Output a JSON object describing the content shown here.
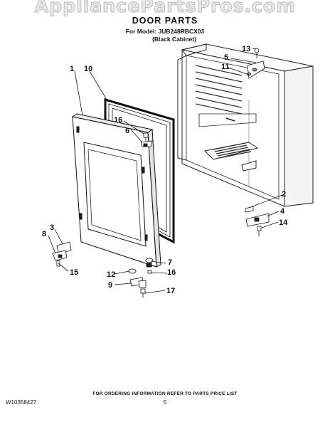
{
  "watermark": "AppliancePartsPros.com",
  "header": {
    "title": "DOOR PARTS",
    "model_line": "For Model: JUB248RBCX03",
    "variant_line": "(Black Cabinet)"
  },
  "callouts": [
    "1",
    "10",
    "16",
    "6",
    "13",
    "5",
    "11",
    "2",
    "4",
    "14",
    "3",
    "8",
    "15",
    "7",
    "16",
    "12",
    "9",
    "17"
  ],
  "footer": {
    "ordering_note": "FOR ORDERING INFORMATION REFER TO PARTS PRICE LIST",
    "doc_number": "W10358427",
    "page_number": "5"
  }
}
